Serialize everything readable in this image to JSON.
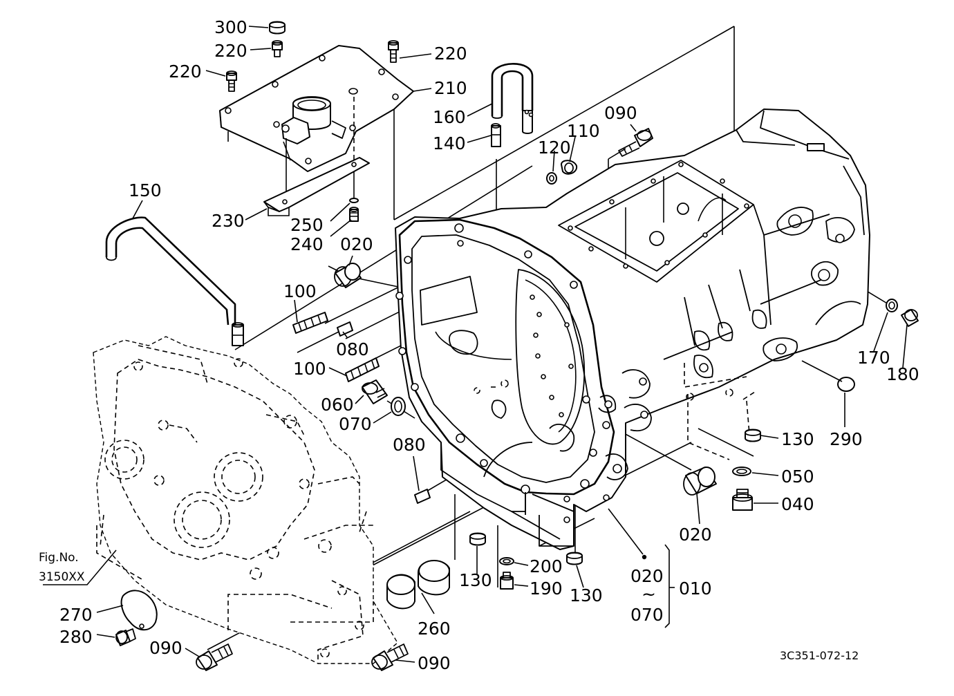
{
  "diagram": {
    "part_labels": {
      "p300": "300",
      "p220a": "220",
      "p220b": "220",
      "p220c": "220",
      "p210": "210",
      "p160": "160",
      "p140": "140",
      "p090a": "090",
      "p110": "110",
      "p120": "120",
      "p150": "150",
      "p230": "230",
      "p250": "250",
      "p240": "240",
      "p020a": "020",
      "p100a": "100",
      "p080a": "080",
      "p100b": "100",
      "p060": "060",
      "p070a": "070",
      "p080b": "080",
      "p170": "170",
      "p180": "180",
      "p290": "290",
      "p130a": "130",
      "p050": "050",
      "p040": "040",
      "p020b": "020",
      "p130b": "130",
      "p200": "200",
      "p190": "190",
      "p130c": "130",
      "p020c": "020",
      "p010": "010",
      "p070b": "070",
      "p270": "270",
      "p280": "280",
      "p090b": "090",
      "p090c": "090",
      "p260": "260"
    },
    "range_tilde": "~",
    "fig_ref_line1": "Fig.No.",
    "fig_ref_line2": "3150XX",
    "drawing_code": "3C351-072-12"
  }
}
